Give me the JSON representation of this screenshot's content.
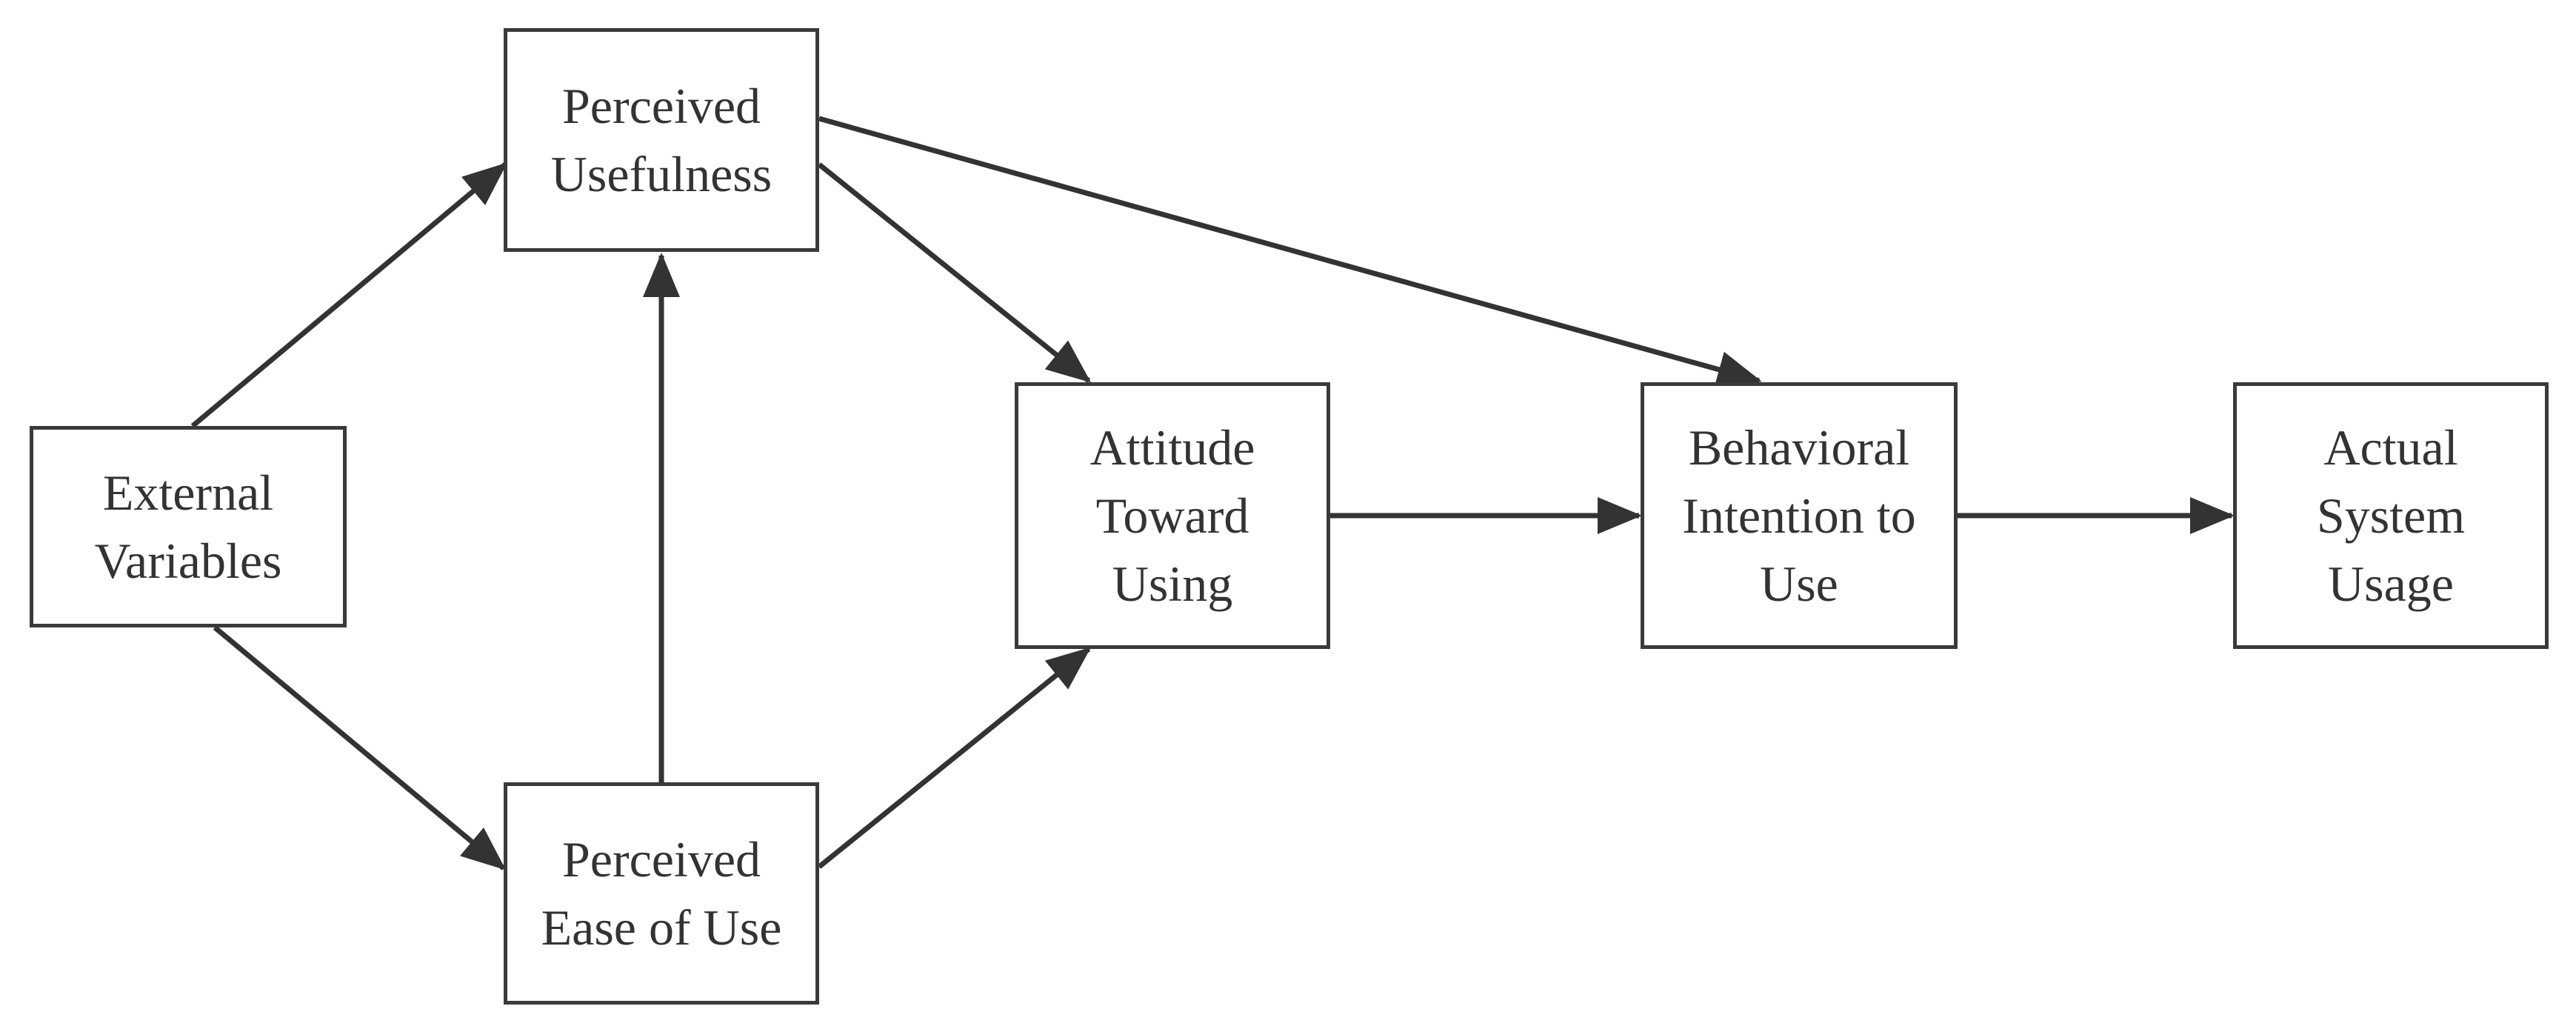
{
  "diagram": {
    "line_color": "#333333",
    "box_border_color": "#3a3a3a",
    "nodes": {
      "external_variables": "External\nVariables",
      "perceived_usefulness": "Perceived\nUsefulness",
      "perceived_ease_of_use": "Perceived\nEase of Use",
      "attitude_toward_using": "Attitude\nToward\nUsing",
      "behavioral_intention": "Behavioral\nIntention to\nUse",
      "actual_system_usage": "Actual\nSystem\nUsage"
    },
    "edges": [
      {
        "from": "external_variables",
        "to": "perceived_usefulness"
      },
      {
        "from": "external_variables",
        "to": "perceived_ease_of_use"
      },
      {
        "from": "perceived_ease_of_use",
        "to": "perceived_usefulness"
      },
      {
        "from": "perceived_usefulness",
        "to": "attitude_toward_using"
      },
      {
        "from": "perceived_ease_of_use",
        "to": "attitude_toward_using"
      },
      {
        "from": "perceived_usefulness",
        "to": "behavioral_intention"
      },
      {
        "from": "attitude_toward_using",
        "to": "behavioral_intention"
      },
      {
        "from": "behavioral_intention",
        "to": "actual_system_usage"
      }
    ]
  }
}
